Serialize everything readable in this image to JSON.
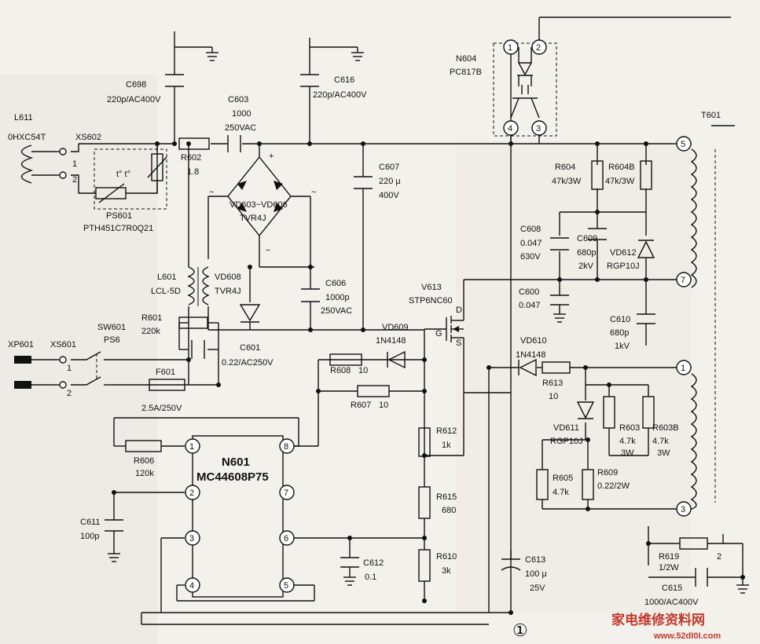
{
  "labels": {
    "L611": "L611",
    "L611v": "0HXC54T",
    "XS602": "XS602",
    "PS601": "PS601",
    "PS601v": "PTH451C7R0Q21",
    "C698": "C698",
    "C698v": "220p/AC400V",
    "C603": "C603",
    "C603a": "1000",
    "C603b": "250VAC",
    "R602": "R602",
    "R602v": "1.8",
    "C616": "C616",
    "C616v": "220p/AC400V",
    "N604": "N604",
    "N604v": "PC817B",
    "T601": "T601",
    "VDB": "VD603~VD606",
    "VDBv": "TVR4J",
    "C607": "C607",
    "C607a": "220 μ",
    "C607b": "400V",
    "R604": "R604",
    "R604v": "47k/3W",
    "R604B": "R604B",
    "R604Bv": "47k/3W",
    "C608": "C608",
    "C608a": "0.047",
    "C608b": "630V",
    "C609": "C609",
    "C609a": "680p",
    "C609b": "2kV",
    "VD612": "VD612",
    "VD612v": "RGP10J",
    "L601": "L601",
    "L601v": "LCL-5D",
    "VD608": "VD608",
    "VD608v": "TVR4J",
    "C606": "C606",
    "C606a": "1000p",
    "C606b": "250VAC",
    "C600": "C600",
    "C600v": "0.047",
    "V613": "V613",
    "V613v": "STP6NC60",
    "R601": "R601",
    "R601v": "220k",
    "VD609": "VD609",
    "VD609v": "1N4148",
    "C610": "C610",
    "C610a": "680p",
    "C610b": "1kV",
    "SW601": "SW601",
    "SW601v": "PS6",
    "XP601": "XP601",
    "XS601": "XS601",
    "C601": "C601",
    "C601v": "0.22/AC250V",
    "R608": "R608",
    "R608v": "10",
    "VD610": "VD610",
    "VD610v": "1N4148",
    "R607": "R607",
    "R607v": "10",
    "R613": "R613",
    "R613v": "10",
    "F601": "F601",
    "F601v": "2.5A/250V",
    "VD611": "VD611",
    "VD611v": "RGP10J",
    "R603": "R603",
    "R603a": "4.7k",
    "R603b": "3W",
    "R603B": "R603B",
    "R603Ba": "4.7k",
    "R603Bb": "3W",
    "R612": "R612",
    "R612v": "1k",
    "N601": "N601",
    "N601v": "MC44608P75",
    "R606": "R606",
    "R606v": "120k",
    "R605": "R605",
    "R605v": "4.7k",
    "R609": "R609",
    "R609v": "0.22/2W",
    "R615": "R615",
    "R615v": "680",
    "C611": "C611",
    "C611v": "100p",
    "R619": "R619",
    "R619v": "1/2W",
    "C612": "C612",
    "C612v": "0.1",
    "R610": "R610",
    "R610v": "3k",
    "C613": "C613",
    "C613a": "100 μ",
    "C613b": "25V",
    "C615": "C615",
    "C615v": "1000/AC400V",
    "D": "D",
    "G": "G",
    "S": "S",
    "tt": "t°  t°",
    "n1": "1",
    "n2": "2",
    "n3": "1",
    "n4": "2",
    "n5": "2",
    "footnote": "①"
  },
  "pins": {
    "opto": [
      "1",
      "2",
      "4",
      "3"
    ],
    "ic_left": [
      "1",
      "2",
      "3",
      "4"
    ],
    "ic_right": [
      "8",
      "7",
      "6",
      "5"
    ],
    "trans": [
      "5",
      "7",
      "1",
      "3"
    ]
  },
  "watermark": {
    "cn": "家电维修资料网",
    "url": "www.52dI0I.com"
  },
  "colors": {
    "ink": "#111111",
    "paper": "#f3f1ec",
    "watermark": "#c0392b"
  }
}
